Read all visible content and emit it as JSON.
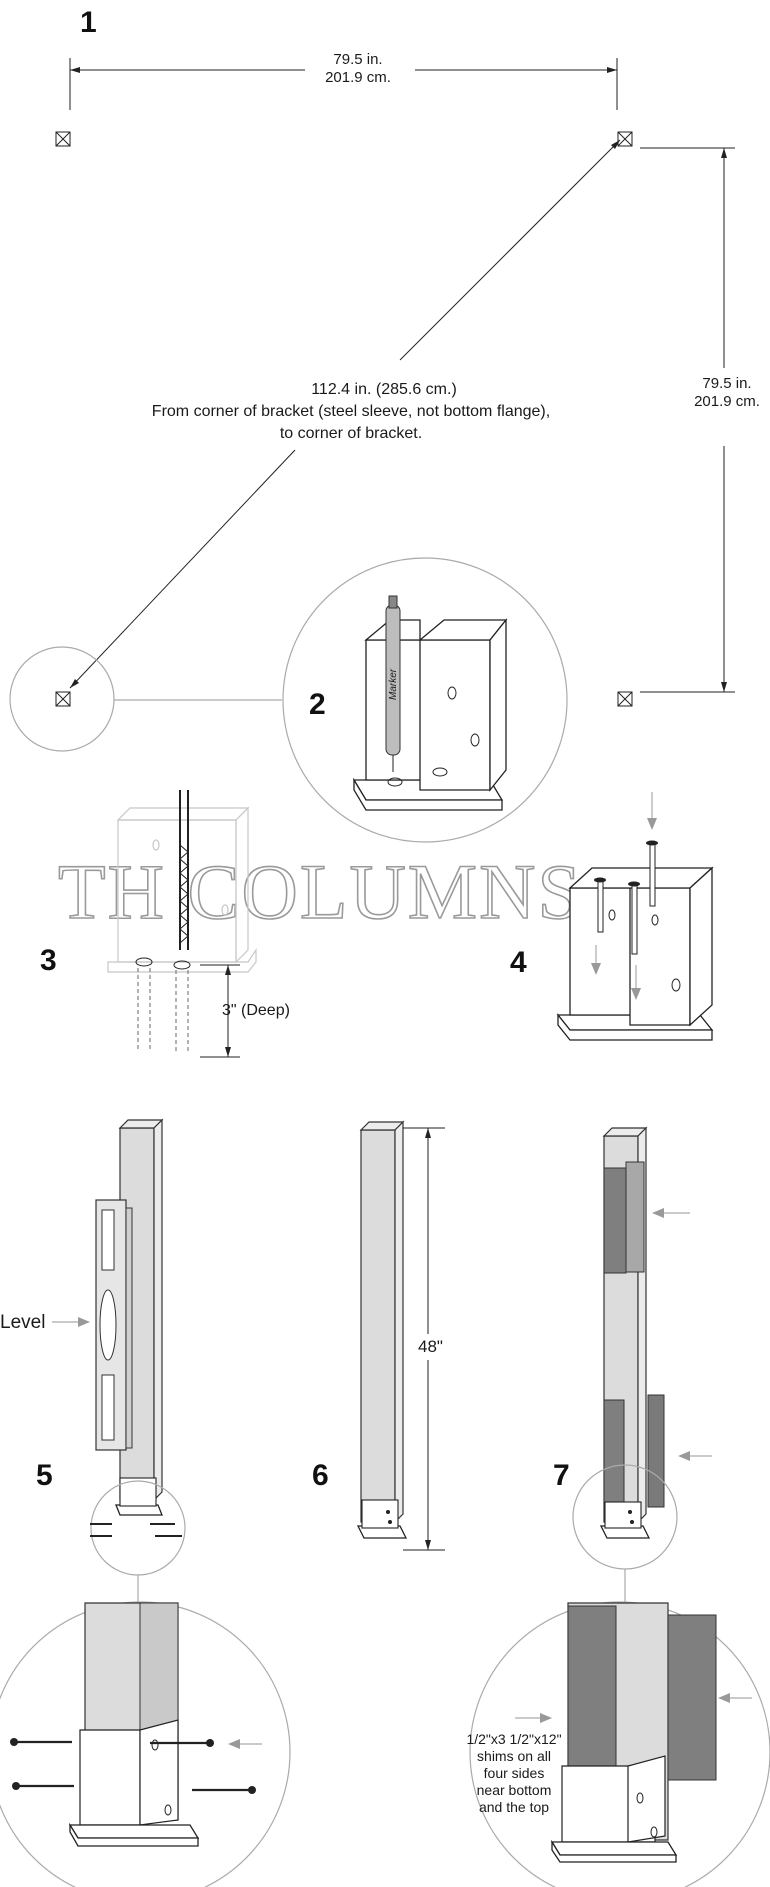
{
  "steps": {
    "s1": "1",
    "s2": "2",
    "s3": "3",
    "s4": "4",
    "s5": "5",
    "s6": "6",
    "s7": "7"
  },
  "dimensions": {
    "top_in": "79.5 in.",
    "top_cm": "201.9 cm.",
    "right_in": "79.5 in.",
    "right_cm": "201.9 cm.",
    "diagonal_line1": "112.4 in. (285.6 cm.)",
    "diagonal_line2": "From corner of bracket (steel sleeve, not bottom flange),",
    "diagonal_line3": "to corner of bracket.",
    "depth": "3\" (Deep)",
    "height": "48\""
  },
  "labels": {
    "marker": "Marker",
    "level": "Level",
    "shims_l1": "1/2\"x3 1/2\"x12\"",
    "shims_l2": "shims on all",
    "shims_l3": "four sides",
    "shims_l4": "near bottom",
    "shims_l5": "and the top"
  },
  "watermark": "TH COLUMNS",
  "colors": {
    "line": "#222222",
    "post_fill": "#dcdcdc",
    "shim_fill": "#7f7f7f",
    "callout_circle": "#aaaaaa"
  }
}
